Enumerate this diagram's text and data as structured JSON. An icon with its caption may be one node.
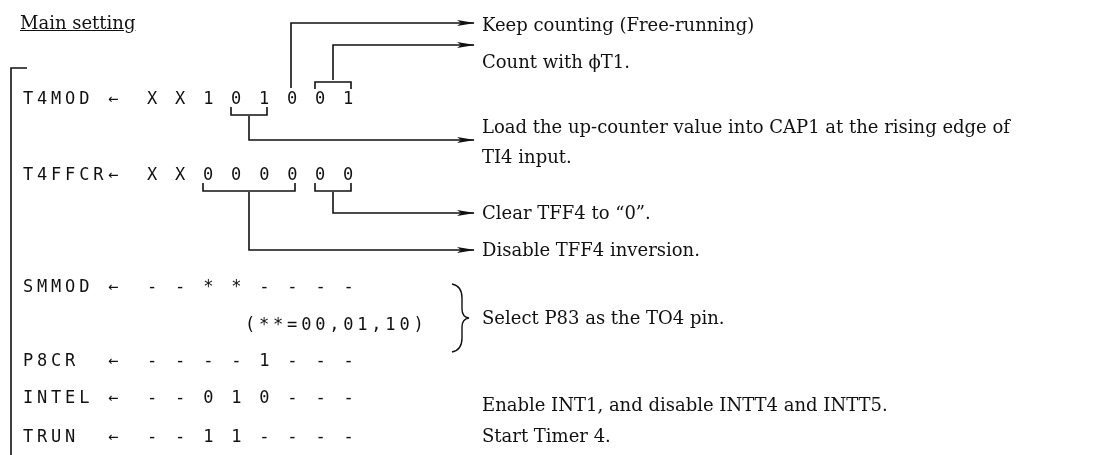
{
  "diagram": {
    "title": "Main setting",
    "nodes": [
      {
        "text": [
          "Keep counting (Free-running)"
        ]
      },
      {
        "text": [
          "Count with ϕT1."
        ]
      },
      {
        "text": [
          "0 1"
        ]
      },
      {
        "text": [
          "0"
        ]
      },
      {
        "text": [
          "0 1"
        ]
      },
      {
        "text": [
          "Load the up-counter value into CAP1 at the rising edge of TI4 input."
        ]
      },
      {
        "text": [
          "0 0 0 0"
        ]
      },
      {
        "text": [
          "0 0"
        ]
      },
      {
        "text": [
          "Clear TFF4 to “0”."
        ]
      },
      {
        "text": [
          "Disable TFF4 inversion."
        ]
      }
    ],
    "edges": [
      {
        "from": 3,
        "to": 0,
        "arrow": "to"
      },
      {
        "from": 4,
        "to": 1,
        "arrow": "to"
      },
      {
        "from": 2,
        "to": 5,
        "arrow": "to"
      },
      {
        "from": 7,
        "to": 8,
        "arrow": "to"
      },
      {
        "from": 6,
        "to": 9,
        "arrow": "to"
      }
    ],
    "labels": [
      "T4MOD",
      "←",
      "X X 1",
      "T4FFCR",
      "←",
      "X X",
      "SMMOD",
      "←",
      "- - * * - - - -",
      "(**=00,01,10)",
      "Select P83 as the TO4 pin.",
      "P8CR",
      "←",
      "- - - - 1 - - -",
      "INTEL",
      "←",
      "- - 0 1 0 - - -",
      "Enable INT1, and disable INTT4 and INTT5.",
      "TRUN",
      "←",
      "- - 1 1 - - - -",
      "Start Timer 4."
    ]
  }
}
